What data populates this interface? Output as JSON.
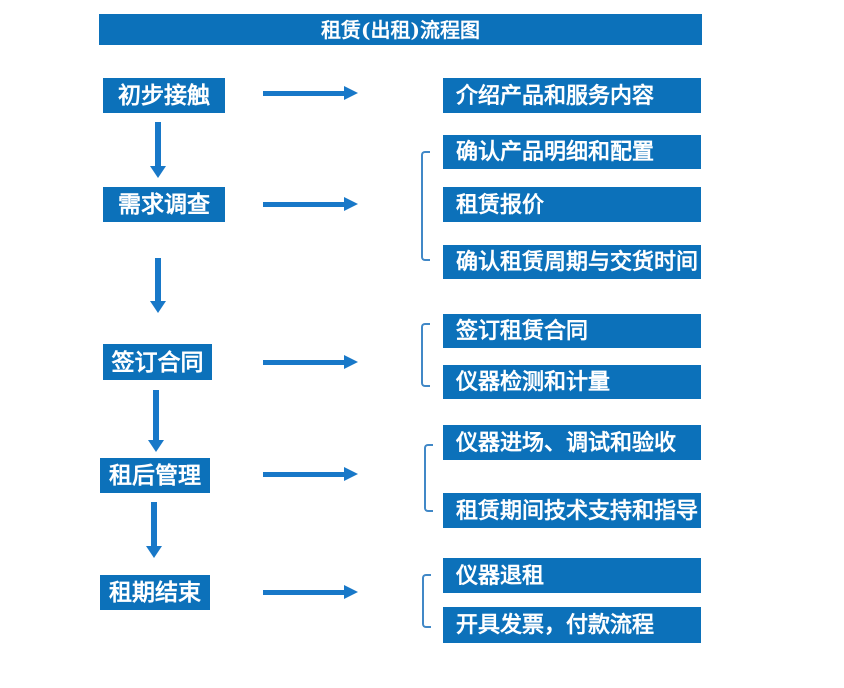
{
  "title": "租赁(出租)流程图",
  "colors": {
    "box_fill": "#0c71ba",
    "arrow": "#1878c8",
    "bracket": "#4188c7",
    "box_text": "#ffffff",
    "background": "#ffffff"
  },
  "steps": [
    {
      "label": "初步接触",
      "details": [
        "介绍产品和服务内容"
      ]
    },
    {
      "label": "需求调查",
      "details": [
        "确认产品明细和配置",
        "租赁报价",
        "确认租赁周期与交货时间"
      ]
    },
    {
      "label": "签订合同",
      "details": [
        "签订租赁合同",
        "仪器检测和计量"
      ]
    },
    {
      "label": "租后管理",
      "details": [
        "仪器进场、调试和验收",
        "租赁期间技术支持和指导"
      ]
    },
    {
      "label": "租期结束",
      "details": [
        "仪器退租",
        "开具发票，付款流程"
      ]
    }
  ]
}
